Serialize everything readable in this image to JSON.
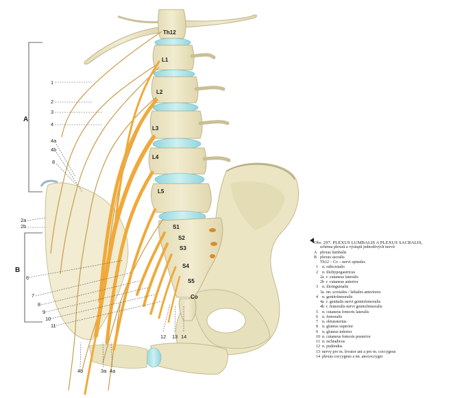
{
  "figure": {
    "vertebra_labels": [
      "Th12",
      "L1",
      "L2",
      "L3",
      "L4",
      "L5",
      "S1",
      "S2",
      "S3",
      "S4",
      "S5",
      "Co"
    ],
    "group_labels": [
      "A",
      "B"
    ],
    "left_labels": [
      "1",
      "2",
      "3",
      "4",
      "4a",
      "4b",
      "8",
      "2a",
      "2b",
      "6",
      "7",
      "8",
      "9",
      "10",
      "11"
    ],
    "bottom_labels": [
      "12",
      "13",
      "14",
      "4b",
      "3a",
      "4a"
    ]
  },
  "caption": {
    "title": "Obr. 297. PLEXUS LUMBALIS A PLEXUS SACRALIS,",
    "lines": [
      {
        "key": "",
        "text": "schéma plexuů a výstupů jednotlivých nervů"
      },
      {
        "key": "A",
        "text": "plexus lumbalis"
      },
      {
        "key": "B",
        "text": "plexus sacralis"
      },
      {
        "key": "",
        "text": "Th12 – Co – nervi spinales"
      },
      {
        "key": "1",
        "text": "n. subcostalis"
      },
      {
        "key": "2",
        "text": "n. iliohypogastricus"
      },
      {
        "key": "2a",
        "text": "r. cutaneus lateralis"
      },
      {
        "key": "2b",
        "text": "r. cutaneus anterior"
      },
      {
        "key": "3",
        "text": "n. ilioinguinalis"
      },
      {
        "key": "3a",
        "text": "nn. scrotales / labiales anteriores"
      },
      {
        "key": "4",
        "text": "n. genitofemoralis"
      },
      {
        "key": "4a",
        "text": "r. genitalis nervi genitofemoralis"
      },
      {
        "key": "4b",
        "text": "r. femoralis nervi genitofemoralis"
      },
      {
        "key": "5",
        "text": "n. cutaneus femoris lateralis"
      },
      {
        "key": "6",
        "text": "n. femoralis"
      },
      {
        "key": "7",
        "text": "n. obturatorius"
      },
      {
        "key": "8",
        "text": "n. gluteus superior"
      },
      {
        "key": "9",
        "text": "n. gluteus inferior"
      },
      {
        "key": "10",
        "text": "n. cutaneus femoris posterior"
      },
      {
        "key": "11",
        "text": "n. ischiadicus"
      },
      {
        "key": "12",
        "text": "n. pudendus"
      },
      {
        "key": "13",
        "text": "nervy pro m. levator ani a pro m. coccygeus"
      },
      {
        "key": "14",
        "text": "plexus coccygeus a nn. anococcygei"
      }
    ]
  },
  "colors": {
    "bone": "#ede7c6",
    "bone_edge": "#bdb48f",
    "disc": "#a9e2e6",
    "nerve": "#f0a93a",
    "thin_nerve": "#c99a4a"
  }
}
